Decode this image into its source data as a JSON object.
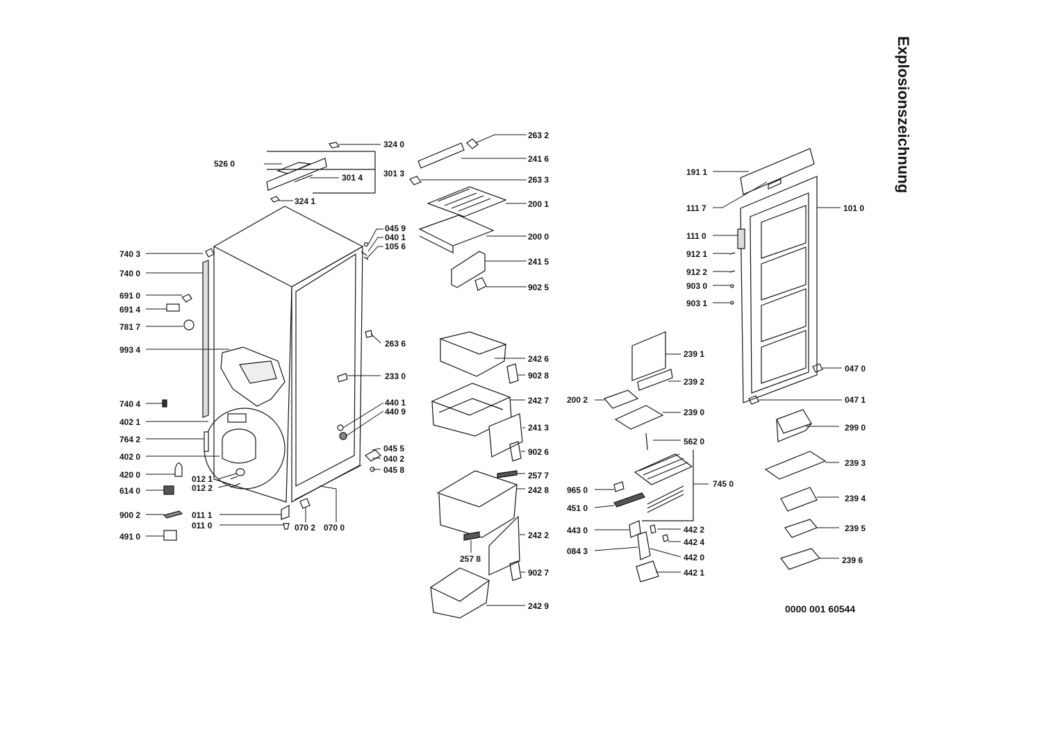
{
  "title": "Explosionszeichnung",
  "document_number": "0000 001 60544",
  "parts": [
    "324 0",
    "526 0",
    "301 3",
    "301 4",
    "324 1",
    "263 2",
    "241 6",
    "263 3",
    "200 1",
    "200 0",
    "241 5",
    "902 5",
    "045 9",
    "040 1",
    "105 6",
    "740 3",
    "740 0",
    "691 0",
    "691 4",
    "781 7",
    "993 4",
    "740 4",
    "402 1",
    "764 2",
    "402 0",
    "420 0",
    "614 0",
    "900 2",
    "491 0",
    "012 1",
    "012 2",
    "011 1",
    "011 0",
    "070 2",
    "070 0",
    "263 6",
    "233 0",
    "440 1",
    "440 9",
    "045 5",
    "040 2",
    "045 8",
    "242 6",
    "902 8",
    "242 7",
    "241 3",
    "902 6",
    "257 7",
    "242 8",
    "242 2",
    "257 8",
    "902 7",
    "242 9",
    "191 1",
    "111 7",
    "101 0",
    "111 0",
    "912 1",
    "912 2",
    "903 0",
    "903 1",
    "047 0",
    "047 1",
    "239 1",
    "239 2",
    "200 2",
    "239 0",
    "562 0",
    "745 0",
    "965 0",
    "451 0",
    "443 0",
    "442 2",
    "442 4",
    "084 3",
    "442 0",
    "442 1",
    "299 0",
    "239 3",
    "239 4",
    "239 5",
    "239 6"
  ]
}
